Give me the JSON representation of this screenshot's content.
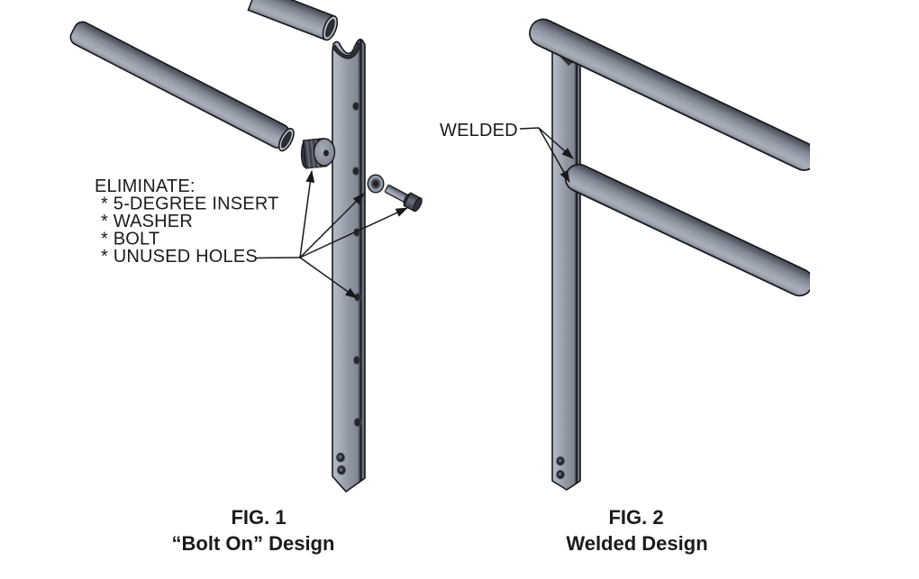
{
  "page": {
    "background": "#ffffff",
    "description": "Technical comparison diagram of two handrail post designs"
  },
  "figure1": {
    "caption_title": "FIG. 1",
    "caption_subtitle": "“Bolt On” Design",
    "callout": {
      "heading": "ELIMINATE:",
      "item1": "* 5-DEGREE INSERT",
      "item2": "* WASHER",
      "item3": "* BOLT",
      "item4": "* UNUSED HOLES"
    },
    "parts": {
      "post": "square tube post with unused holes",
      "insert": "5-degree knurled insert",
      "washer": "washer",
      "bolt": "bolt",
      "rails": "round rails (exploded / bolt-on)"
    }
  },
  "figure2": {
    "caption_title": "FIG. 2",
    "caption_subtitle": "Welded Design",
    "callout": {
      "label": "WELDED"
    },
    "parts": {
      "post": "square tube post",
      "rails": "round rails welded to post"
    }
  },
  "colors": {
    "outline": "#17181c",
    "metal_dark": "#565b66",
    "metal_mid": "#7d8390",
    "metal_light": "#aab0bb",
    "hole_dark": "#23262c",
    "weld_dark": "#2f3239",
    "text": "#1b1b1b"
  }
}
